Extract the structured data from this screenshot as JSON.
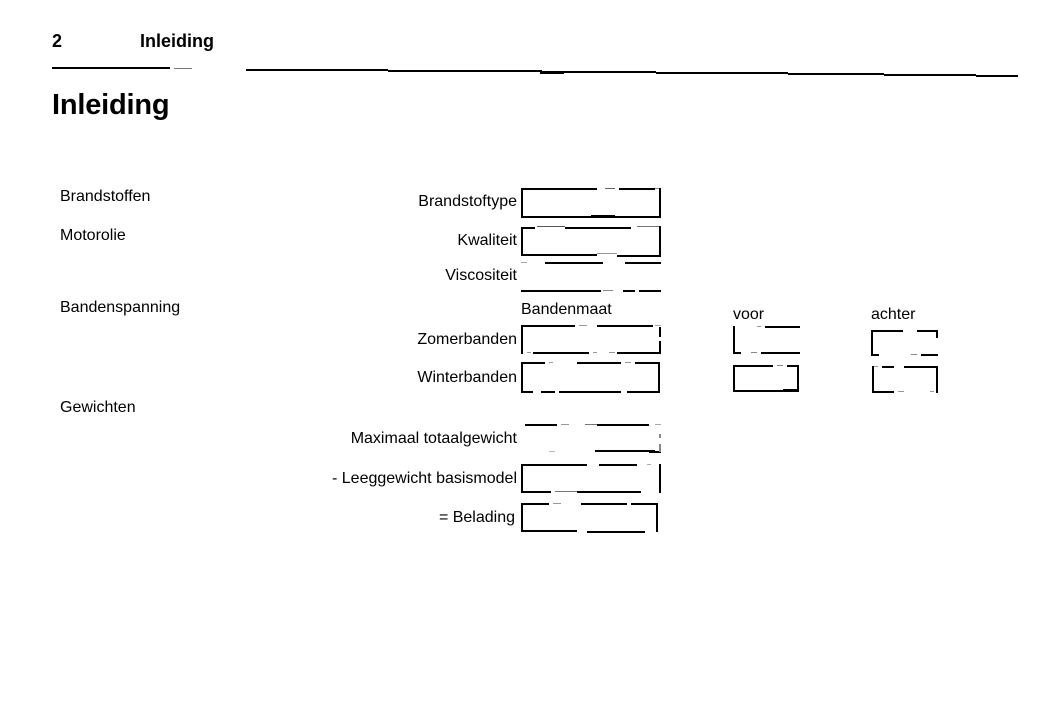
{
  "document": {
    "page_number": "2",
    "chapter": "Inleiding",
    "title": "Inleiding"
  },
  "sections": [
    {
      "label": "Brandstoffen"
    },
    {
      "label": "Motorolie"
    },
    {
      "label": "Bandenspanning"
    },
    {
      "label": "Gewichten"
    }
  ],
  "fuel": {
    "rows": [
      {
        "label": "Brandstoftype",
        "value": ""
      },
      {
        "label": "Kwaliteit",
        "value": ""
      },
      {
        "label": "Viscositeit",
        "value": ""
      }
    ]
  },
  "tyres": {
    "column_headers": {
      "size": "Bandenmaat",
      "front": "voor",
      "rear": "achter"
    },
    "rows": [
      {
        "label": "Zomerbanden",
        "size": "",
        "front": "",
        "rear": ""
      },
      {
        "label": "Winterbanden",
        "size": "",
        "front": "",
        "rear": ""
      }
    ]
  },
  "weights": {
    "rows": [
      {
        "label": "Maximaal totaalgewicht",
        "value": ""
      },
      {
        "label": "- Leeggewicht basismodel",
        "value": ""
      },
      {
        "label": "= Belading",
        "value": ""
      }
    ]
  },
  "colors": {
    "ink": "#000000",
    "paper": "#ffffff"
  }
}
